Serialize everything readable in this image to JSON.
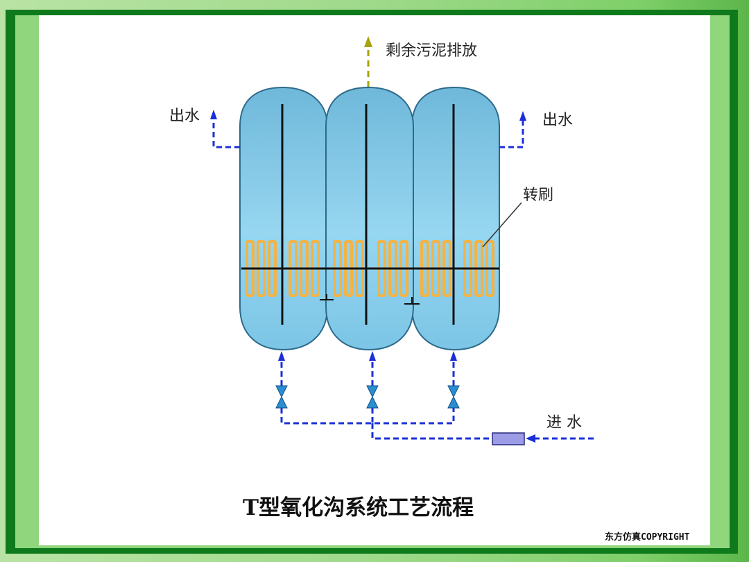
{
  "labels": {
    "sludge_discharge": "剩余污泥排放",
    "outlet_left": "出水",
    "outlet_right": "出水",
    "rotor_brush": "转刷",
    "inlet": "进 水"
  },
  "title": "T型氧化沟系统工艺流程",
  "copyright": "东方仿真COPYRIGHT",
  "colors": {
    "tank_fill": "#8fd3ee",
    "tank_stroke": "#2d6a8a",
    "pipe_blue": "#1a2fd8",
    "sludge_pipe": "#a6a40c",
    "brush_fill": "#f2b347",
    "valve": "#2a8fd0",
    "frame_green": "#0f7a1c"
  }
}
